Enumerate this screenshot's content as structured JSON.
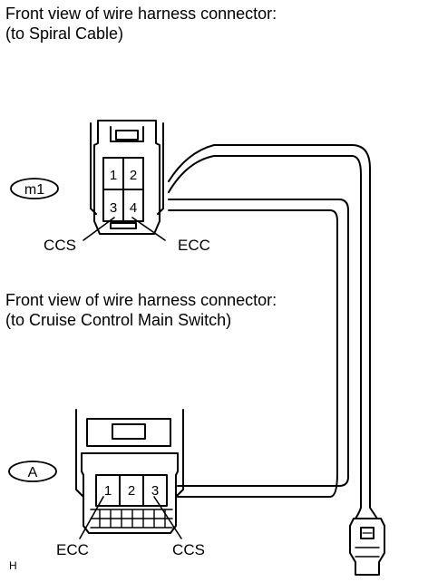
{
  "top_heading": {
    "line1": "Front view of wire harness connector:",
    "line2": "(to Spiral Cable)"
  },
  "bottom_heading": {
    "line1": "Front view of wire harness connector:",
    "line2": "(to Cruise Control Main Switch)"
  },
  "connector_m1": {
    "tag": "m1",
    "pins": [
      "1",
      "2",
      "3",
      "4"
    ],
    "label_left": "CCS",
    "label_right": "ECC"
  },
  "connector_a": {
    "tag": "A",
    "pins": [
      "1",
      "2",
      "3"
    ],
    "label_left": "ECC",
    "label_right": "CCS"
  },
  "figure_code": "H"
}
